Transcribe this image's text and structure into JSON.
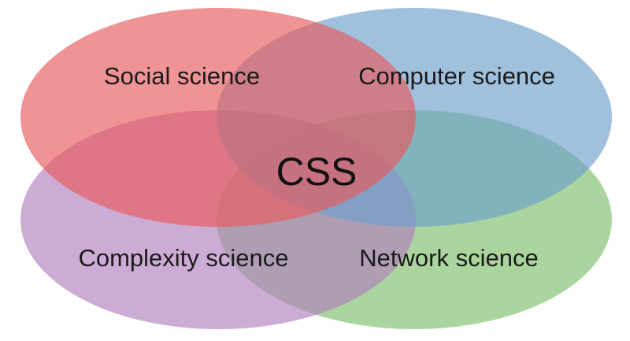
{
  "diagram": {
    "center_label": "CSS",
    "sets": [
      {
        "key": "social",
        "label": "Social science",
        "color": "#e8595b"
      },
      {
        "key": "computer",
        "label": "Computer science",
        "color": "#6d9fcc"
      },
      {
        "key": "complexity",
        "label": "Complexity science",
        "color": "#b07fbf"
      },
      {
        "key": "network",
        "label": "Network science",
        "color": "#7cbf6a"
      }
    ]
  }
}
